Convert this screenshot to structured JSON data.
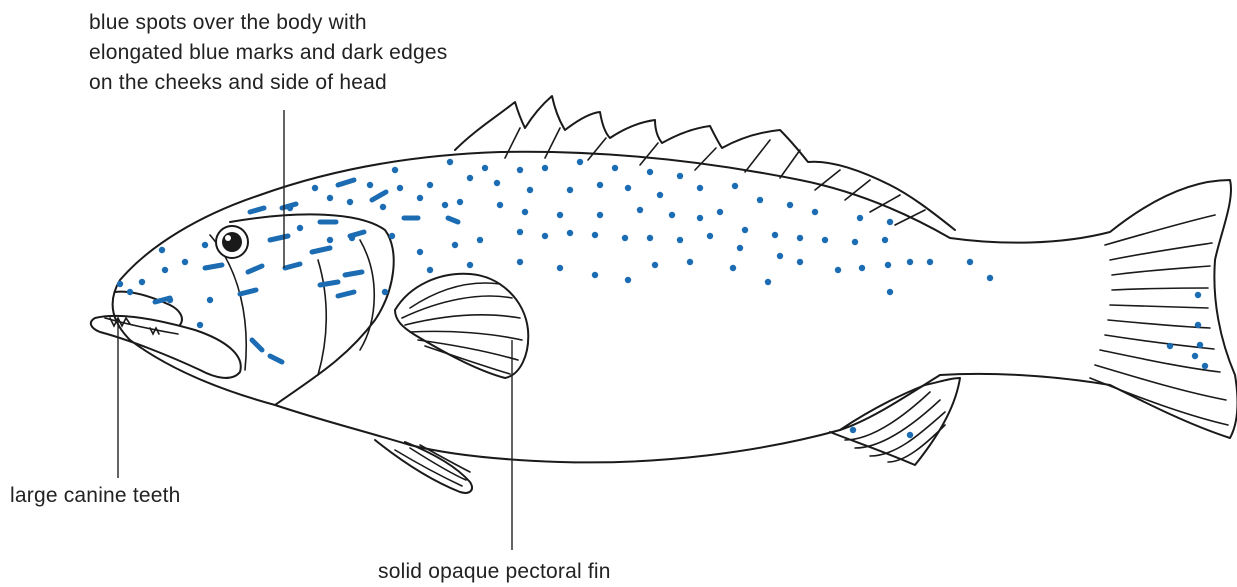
{
  "annotations": {
    "spots": [
      "blue spots over the body with",
      "elongated blue marks and dark edges",
      "on the cheeks and side of head"
    ],
    "teeth": "large canine teeth",
    "fin": "solid opaque pectoral fin"
  },
  "colors": {
    "spot": "#1b6cb3",
    "outline": "#1a1a1a",
    "text": "#222222"
  }
}
